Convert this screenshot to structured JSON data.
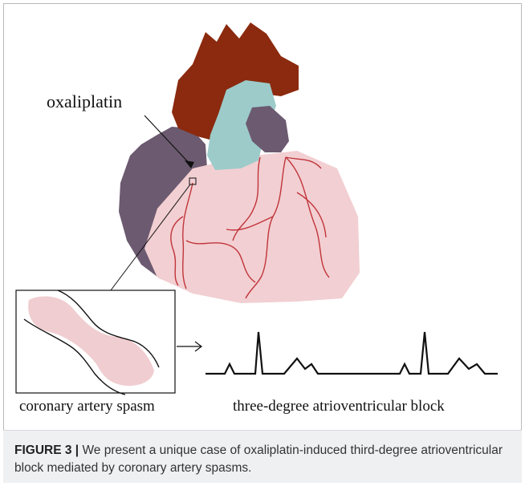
{
  "labels": {
    "drug": "oxaliplatin",
    "spasm": "coronary artery spasm",
    "ecg": "three-degree atrioventricular block"
  },
  "caption": {
    "figure_label": "FIGURE 3 |",
    "text": " We present a unique case of oxaliplatin-induced third-degree atrioventricular block mediated by coronary artery spasms."
  },
  "colors": {
    "aorta": "#8b2a0e",
    "pulmonary_artery": "#9ccbca",
    "atrium": "#6c5a70",
    "ventricle": "#f2cfd2",
    "coronary_vessels": "#c0353a",
    "spasm_vessel": "#f0cdd0",
    "caption_bg": "#eef0f2"
  }
}
